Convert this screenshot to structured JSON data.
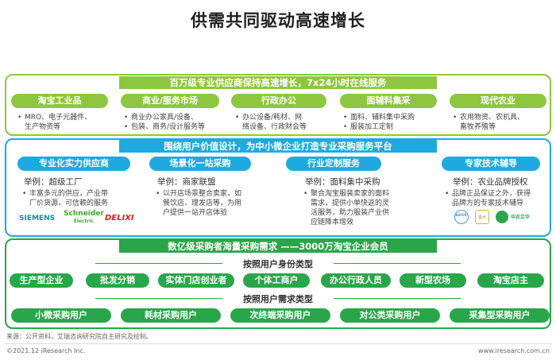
{
  "title": "供需共同驱动高速增长",
  "panel1": {
    "banner": "百万级专业供应商保持高速增长，7x24小时在线服务",
    "markets": [
      {
        "label": "淘宝工业品",
        "bullets": [
          "MRO、电子元器件、",
          "生产物资等"
        ]
      },
      {
        "label": "商业/服务市场",
        "bullets": [
          "商业办公家具/设备、",
          "包装、商务/设计服务等"
        ]
      },
      {
        "label": "行政办公",
        "bullets": [
          "办公设备/耗材、网",
          "络设备、行政财会等"
        ]
      },
      {
        "label": "面辅料集采",
        "bullets": [
          "面料、辅料集中采购",
          "服装加工定制"
        ]
      },
      {
        "label": "现代农业",
        "bullets": [
          "农用物资、农机具、",
          "畜牧养殖等"
        ]
      }
    ]
  },
  "panel2": {
    "banner": "围绕用户价值设计，为中小微企业打造专业采购服务平台",
    "services": [
      {
        "label": "专业化实力供应商",
        "example": "举例：超级工厂",
        "bullets": [
          "丰富多元的供应，产业带",
          "厂价货源，可信赖的服务"
        ]
      },
      {
        "label": "场景化一站采购",
        "example": "举例：商家联盟",
        "bullets": [
          "以开店场景整合卖家，如",
          "餐饮店、理发店等，为用",
          "户提供一站开店体验"
        ]
      },
      {
        "label": "行业定制服务",
        "example": "举例：面料集中采购",
        "bullets": [
          "聚合淘宝服装卖家的面料",
          "需求，提供小单快返的灵",
          "活服务，助力服装产业供",
          "应链降本增效"
        ]
      },
      {
        "label": "专家技术辅导",
        "example": "举例：农业品牌授权",
        "bullets": [
          "品牌正品保证之外，获得",
          "品牌方的专家技术辅导"
        ]
      }
    ],
    "logos": {
      "siemens": "SIEMENS",
      "schneider": "Schneider",
      "schneider_sub": "Electric",
      "delixi": "DELIXI",
      "bayer": "BAYER",
      "jinyuan": "金大",
      "zhongnong": "中农立华"
    },
    "colors": {
      "siemens": "#009999",
      "schneider": "#3dae2b",
      "delixi": "#e2231a"
    }
  },
  "panel3": {
    "banner": "数亿级采购者海量采购需求 ——3000万淘宝企业会员",
    "identity_heading": "按照用户身份类型",
    "identity_types": [
      "生产型企业",
      "批发分销",
      "实体门店创业者",
      "个体工商户",
      "办公行政人员",
      "新型农场",
      "淘宝店主"
    ],
    "demand_heading": "按照用户需求类型",
    "demand_types": [
      "小微采购用户",
      "耗材采购用户",
      "次终端采购用户",
      "对公类采购用户",
      "采集型采购用户"
    ]
  },
  "footer": {
    "source": "来源：公开资料，艾瑞咨询研究院自主研究及绘制。",
    "copyright": "©2021.12 iResearch Inc.",
    "url": "www.iresearch.com.cn"
  }
}
